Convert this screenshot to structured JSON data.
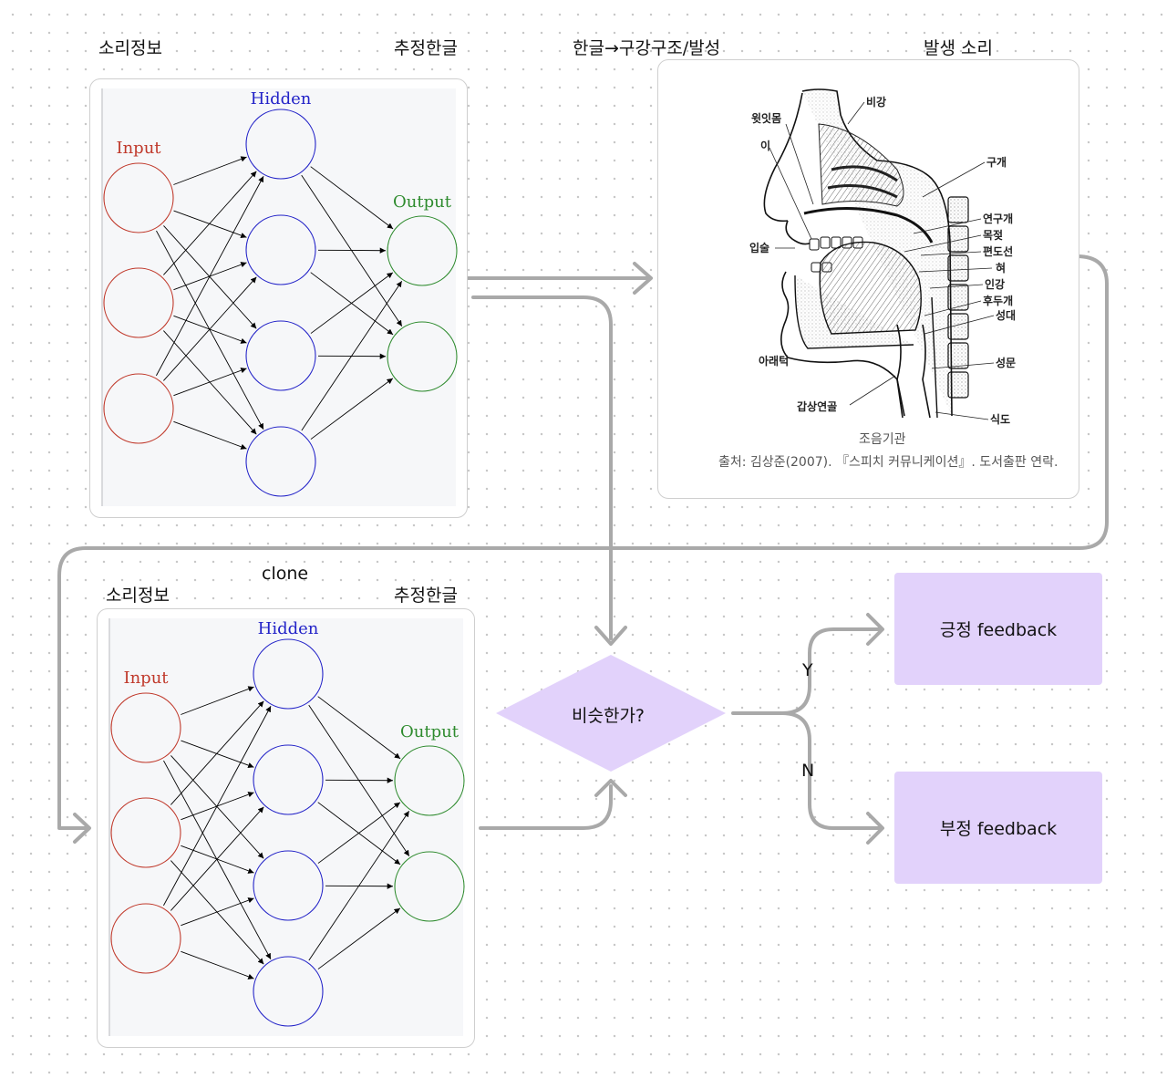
{
  "top_row": {
    "label_input": "소리정보",
    "label_output": "추정한글",
    "label_transform": "한글→구강구조/발성",
    "label_sound": "발생 소리"
  },
  "bottom_row": {
    "label_clone": "clone",
    "label_input": "소리정보",
    "label_output": "추정한글"
  },
  "nn_diagram": {
    "hidden_label": "Hidden",
    "input_label": "Input",
    "output_label": "Output",
    "input_count": 3,
    "hidden_count": 4,
    "output_count": 2,
    "colors": {
      "input": "#c0392b",
      "hidden": "#2323c8",
      "output": "#2e8b2e"
    }
  },
  "anatomy": {
    "labels": [
      "비강",
      "윗잇몸",
      "이",
      "구개",
      "연구개",
      "목젖",
      "편도선",
      "입술",
      "혀",
      "인강",
      "후두개",
      "성대",
      "아래턱",
      "성문",
      "갑상연골",
      "식도"
    ],
    "caption_title": "조음기관",
    "caption_source": "출처: 김상준(2007). 『스피치 커뮤니케이션』. 도서출판 연락."
  },
  "decision": {
    "question": "비슷한가?",
    "yes_label": "Y",
    "no_label": "N",
    "positive": "긍정 feedback",
    "negative": "부정 feedback"
  },
  "colors": {
    "connector": "#a9a9a9",
    "diamond": "#e2d2fb",
    "feedback_box": "#e2d2fb"
  }
}
